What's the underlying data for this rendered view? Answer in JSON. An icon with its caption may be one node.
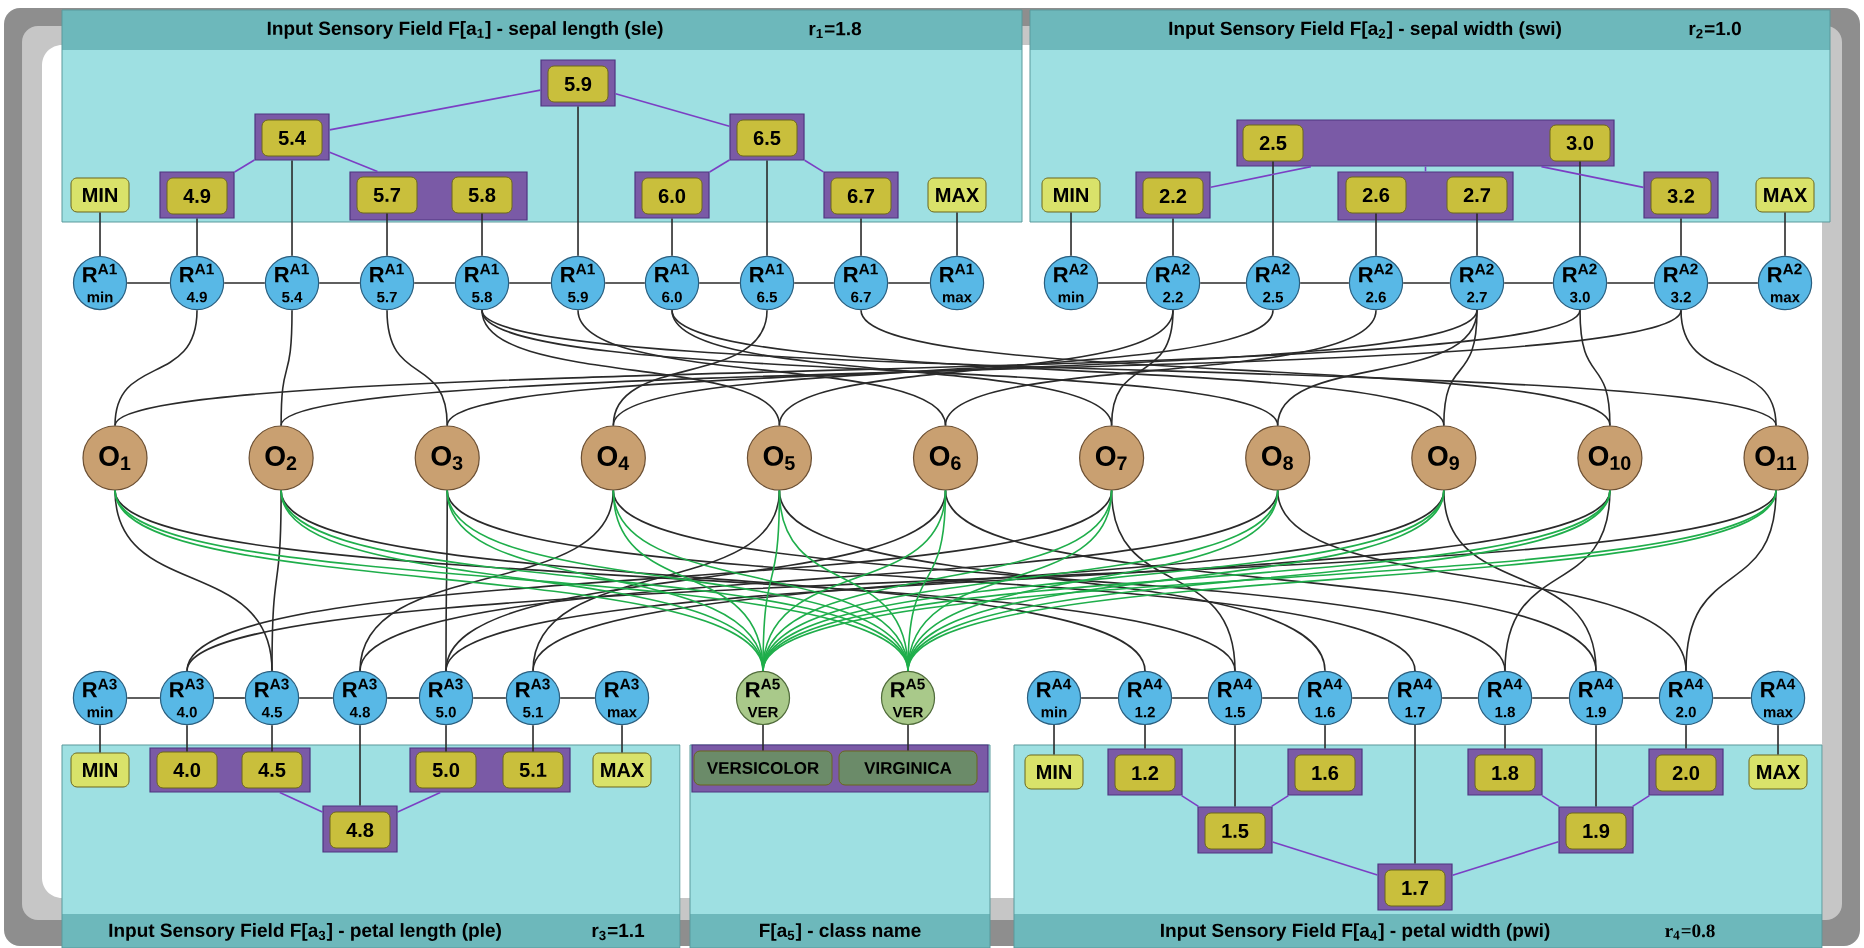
{
  "diagram": {
    "nodes": [
      {
        "text": [
          "Input Sensory Field F[a$_{1}$] - sepal length (sle)",
          "r$_{1}$=1.8"
        ]
      },
      {
        "text": [
          "5.9"
        ],
        "in": 0
      },
      {
        "text": [
          "5.4"
        ],
        "in": 0
      },
      {
        "text": [
          "6.5"
        ],
        "in": 0
      },
      {
        "text": [
          "MIN"
        ],
        "in": 0
      },
      {
        "text": [
          "4.9"
        ],
        "in": 0
      },
      {
        "text": [],
        "shape": "box",
        "in": 0
      },
      {
        "text": [
          "5.7"
        ],
        "in": 6
      },
      {
        "text": [
          "5.8"
        ],
        "in": 6
      },
      {
        "text": [
          "6.0"
        ],
        "in": 0
      },
      {
        "text": [
          "6.7"
        ],
        "in": 0
      },
      {
        "text": [
          "MAX"
        ],
        "in": 0
      },
      {
        "text": [
          "Input Sensory Field F[a$_{2}$] - sepal width (swi)",
          "r$_{2}$=1.0"
        ]
      },
      {
        "text": [],
        "shape": "box",
        "in": 12
      },
      {
        "text": [
          "2.5"
        ],
        "in": 13
      },
      {
        "text": [
          "3.0"
        ],
        "in": 13
      },
      {
        "text": [
          "MIN"
        ],
        "in": 12
      },
      {
        "text": [
          "2.2"
        ],
        "in": 12
      },
      {
        "text": [],
        "shape": "box",
        "in": 12
      },
      {
        "text": [
          "2.6"
        ],
        "in": 18
      },
      {
        "text": [
          "2.7"
        ],
        "in": 18
      },
      {
        "text": [
          "3.2"
        ],
        "in": 12
      },
      {
        "text": [
          "MAX"
        ],
        "in": 12
      },
      {
        "text": [
          "R$^{A1}$",
          "min"
        ]
      },
      {
        "text": [
          "R$^{A1}$",
          "4.9"
        ]
      },
      {
        "text": [
          "R$^{A1}$",
          "5.4"
        ]
      },
      {
        "text": [
          "R$^{A1}$",
          "5.7"
        ]
      },
      {
        "text": [
          "R$^{A1}$",
          "5.8"
        ]
      },
      {
        "text": [
          "R$^{A1}$",
          "5.9"
        ]
      },
      {
        "text": [
          "R$^{A1}$",
          "6.0"
        ]
      },
      {
        "text": [
          "R$^{A1}$",
          "6.5"
        ]
      },
      {
        "text": [
          "R$^{A1}$",
          "6.7"
        ]
      },
      {
        "text": [
          "R$^{A1}$",
          "max"
        ]
      },
      {
        "text": [
          "R$^{A2}$",
          "min"
        ]
      },
      {
        "text": [
          "R$^{A2}$",
          "2.2"
        ]
      },
      {
        "text": [
          "R$^{A2}$",
          "2.5"
        ]
      },
      {
        "text": [
          "R$^{A2}$",
          "2.6"
        ]
      },
      {
        "text": [
          "R$^{A2}$",
          "2.7"
        ]
      },
      {
        "text": [
          "R$^{A2}$",
          "3.0"
        ]
      },
      {
        "text": [
          "R$^{A2}$",
          "3.2"
        ]
      },
      {
        "text": [
          "R$^{A2}$",
          "max"
        ]
      },
      {
        "text": [
          "O$_{1}$"
        ]
      },
      {
        "text": [
          "O$_{2}$"
        ]
      },
      {
        "text": [
          "O$_{3}$"
        ]
      },
      {
        "text": [
          "O$_{4}$"
        ]
      },
      {
        "text": [
          "O$_{5}$"
        ]
      },
      {
        "text": [
          "O$_{6}$"
        ]
      },
      {
        "text": [
          "O$_{7}$"
        ]
      },
      {
        "text": [
          "O$_{8}$"
        ]
      },
      {
        "text": [
          "O$_{9}$"
        ]
      },
      {
        "text": [
          "O$_{10}$"
        ]
      },
      {
        "text": [
          "O$_{11}$"
        ]
      },
      {
        "text": [
          "R$^{A3}$",
          "min"
        ]
      },
      {
        "text": [
          "R$^{A3}$",
          "4.0"
        ]
      },
      {
        "text": [
          "R$^{A3}$",
          "4.5"
        ]
      },
      {
        "text": [
          "R$^{A3}$",
          "4.8"
        ]
      },
      {
        "text": [
          "R$^{A3}$",
          "5.0"
        ]
      },
      {
        "text": [
          "R$^{A3}$",
          "5.1"
        ]
      },
      {
        "text": [
          "R$^{A3}$",
          "max"
        ]
      },
      {
        "text": [
          "R$^{A5}$",
          "VER"
        ]
      },
      {
        "text": [
          "R$^{A5}$",
          "VER"
        ]
      },
      {
        "text": [
          "R$^{A4}$",
          "min"
        ]
      },
      {
        "text": [
          "R$^{A4}$",
          "1.2"
        ]
      },
      {
        "text": [
          "R$^{A4}$",
          "1.5"
        ]
      },
      {
        "text": [
          "R$^{A4}$",
          "1.6"
        ]
      },
      {
        "text": [
          "R$^{A4}$",
          "1.7"
        ]
      },
      {
        "text": [
          "R$^{A4}$",
          "1.8"
        ]
      },
      {
        "text": [
          "R$^{A4}$",
          "1.9"
        ]
      },
      {
        "text": [
          "R$^{A4}$",
          "2.0"
        ]
      },
      {
        "text": [
          "R$^{A4}$",
          "max"
        ]
      },
      {
        "text": [
          "Input Sensory Field F[a$_{3}$] - petal length (ple)",
          "r$_{3}$=1.1"
        ]
      },
      {
        "text": [
          "MIN"
        ],
        "in": 70
      },
      {
        "text": [],
        "shape": "box",
        "in": 70
      },
      {
        "text": [
          "4.0"
        ],
        "in": 72
      },
      {
        "text": [
          "4.5"
        ],
        "in": 72
      },
      {
        "text": [],
        "shape": "box",
        "in": 70
      },
      {
        "text": [
          "5.0"
        ],
        "in": 75
      },
      {
        "text": [
          "5.1"
        ],
        "in": 75
      },
      {
        "text": [
          "MAX"
        ],
        "in": 70
      },
      {
        "text": [
          "4.8"
        ],
        "in": 70
      },
      {
        "text": [
          "F[a$_{5}$] - class name"
        ]
      },
      {
        "text": [],
        "shape": "box",
        "in": 80
      },
      {
        "text": [
          "VERSICOLOR"
        ],
        "in": 81
      },
      {
        "text": [
          "VIRGINICA"
        ],
        "in": 81
      },
      {
        "text": [
          "Input Sensory Field F[a$_{4}$] - petal width (pwi)",
          "r$_{4}$=0.8"
        ]
      },
      {
        "text": [
          "MIN"
        ],
        "in": 84
      },
      {
        "text": [
          "1.2"
        ],
        "in": 84
      },
      {
        "text": [
          "1.6"
        ],
        "in": 84
      },
      {
        "text": [
          "1.8"
        ],
        "in": 84
      },
      {
        "text": [
          "2.0"
        ],
        "in": 84
      },
      {
        "text": [
          "MAX"
        ],
        "in": 84
      },
      {
        "text": [
          "1.5"
        ],
        "in": 84
      },
      {
        "text": [
          "1.9"
        ],
        "in": 84
      },
      {
        "text": [
          "1.7"
        ],
        "in": 84
      }
    ],
    "edges": [
      {
        "from": 4,
        "to": 23,
        "arrow": "none"
      },
      {
        "from": 5,
        "to": 24,
        "arrow": "none"
      },
      {
        "from": 2,
        "to": 25,
        "arrow": "none"
      },
      {
        "from": 7,
        "to": 26,
        "arrow": "none"
      },
      {
        "from": 8,
        "to": 27,
        "arrow": "none"
      },
      {
        "from": 1,
        "to": 28,
        "arrow": "none"
      },
      {
        "from": 9,
        "to": 29,
        "arrow": "none"
      },
      {
        "from": 3,
        "to": 30,
        "arrow": "none"
      },
      {
        "from": 10,
        "to": 31,
        "arrow": "none"
      },
      {
        "from": 11,
        "to": 32,
        "arrow": "none"
      },
      {
        "from": 16,
        "to": 33,
        "arrow": "none"
      },
      {
        "from": 17,
        "to": 34,
        "arrow": "none"
      },
      {
        "from": 14,
        "to": 35,
        "arrow": "none"
      },
      {
        "from": 19,
        "to": 36,
        "arrow": "none"
      },
      {
        "from": 20,
        "to": 37,
        "arrow": "none"
      },
      {
        "from": 15,
        "to": 38,
        "arrow": "none"
      },
      {
        "from": 21,
        "to": 39,
        "arrow": "none"
      },
      {
        "from": 22,
        "to": 40,
        "arrow": "none"
      },
      {
        "from": 52,
        "to": 71,
        "arrow": "none"
      },
      {
        "from": 53,
        "to": 73,
        "arrow": "none"
      },
      {
        "from": 54,
        "to": 74,
        "arrow": "none"
      },
      {
        "from": 55,
        "to": 79,
        "arrow": "none"
      },
      {
        "from": 56,
        "to": 76,
        "arrow": "none"
      },
      {
        "from": 57,
        "to": 77,
        "arrow": "none"
      },
      {
        "from": 58,
        "to": 78,
        "arrow": "none"
      },
      {
        "from": 59,
        "to": 82,
        "arrow": "none"
      },
      {
        "from": 60,
        "to": 83,
        "arrow": "none"
      },
      {
        "from": 61,
        "to": 85,
        "arrow": "none"
      },
      {
        "from": 62,
        "to": 86,
        "arrow": "none"
      },
      {
        "from": 63,
        "to": 91,
        "arrow": "none"
      },
      {
        "from": 64,
        "to": 87,
        "arrow": "none"
      },
      {
        "from": 65,
        "to": 93,
        "arrow": "none"
      },
      {
        "from": 66,
        "to": 88,
        "arrow": "none"
      },
      {
        "from": 67,
        "to": 92,
        "arrow": "none"
      },
      {
        "from": 68,
        "to": 89,
        "arrow": "none"
      },
      {
        "from": 69,
        "to": 90,
        "arrow": "none"
      },
      {
        "from": 23,
        "to": 24,
        "arrow": "none"
      },
      {
        "from": 24,
        "to": 25,
        "arrow": "none"
      },
      {
        "from": 25,
        "to": 26,
        "arrow": "none"
      },
      {
        "from": 26,
        "to": 27,
        "arrow": "none"
      },
      {
        "from": 27,
        "to": 28,
        "arrow": "none"
      },
      {
        "from": 28,
        "to": 29,
        "arrow": "none"
      },
      {
        "from": 29,
        "to": 30,
        "arrow": "none"
      },
      {
        "from": 30,
        "to": 31,
        "arrow": "none"
      },
      {
        "from": 31,
        "to": 32,
        "arrow": "none"
      },
      {
        "from": 33,
        "to": 34,
        "arrow": "none"
      },
      {
        "from": 34,
        "to": 35,
        "arrow": "none"
      },
      {
        "from": 35,
        "to": 36,
        "arrow": "none"
      },
      {
        "from": 36,
        "to": 37,
        "arrow": "none"
      },
      {
        "from": 37,
        "to": 38,
        "arrow": "none"
      },
      {
        "from": 38,
        "to": 39,
        "arrow": "none"
      },
      {
        "from": 39,
        "to": 40,
        "arrow": "none"
      },
      {
        "from": 52,
        "to": 53,
        "arrow": "none"
      },
      {
        "from": 53,
        "to": 54,
        "arrow": "none"
      },
      {
        "from": 54,
        "to": 55,
        "arrow": "none"
      },
      {
        "from": 55,
        "to": 56,
        "arrow": "none"
      },
      {
        "from": 56,
        "to": 57,
        "arrow": "none"
      },
      {
        "from": 57,
        "to": 58,
        "arrow": "none"
      },
      {
        "from": 61,
        "to": 62,
        "arrow": "none"
      },
      {
        "from": 62,
        "to": 63,
        "arrow": "none"
      },
      {
        "from": 63,
        "to": 64,
        "arrow": "none"
      },
      {
        "from": 64,
        "to": 65,
        "arrow": "none"
      },
      {
        "from": 65,
        "to": 66,
        "arrow": "none"
      },
      {
        "from": 66,
        "to": 67,
        "arrow": "none"
      },
      {
        "from": 67,
        "to": 68,
        "arrow": "none"
      },
      {
        "from": 68,
        "to": 69,
        "arrow": "none"
      },
      {
        "from": 1,
        "to": 2,
        "arrow": "none",
        "color": "#7b3fc4"
      },
      {
        "from": 1,
        "to": 3,
        "arrow": "none",
        "color": "#7b3fc4"
      },
      {
        "from": 2,
        "to": 5,
        "arrow": "none",
        "color": "#7b3fc4"
      },
      {
        "from": 2,
        "to": 6,
        "arrow": "none",
        "color": "#7b3fc4"
      },
      {
        "from": 3,
        "to": 9,
        "arrow": "none",
        "color": "#7b3fc4"
      },
      {
        "from": 3,
        "to": 10,
        "arrow": "none",
        "color": "#7b3fc4"
      },
      {
        "from": 13,
        "to": 17,
        "arrow": "none",
        "color": "#7b3fc4"
      },
      {
        "from": 13,
        "to": 18,
        "arrow": "none",
        "color": "#7b3fc4"
      },
      {
        "from": 13,
        "to": 21,
        "arrow": "none",
        "color": "#7b3fc4"
      },
      {
        "from": 72,
        "to": 79,
        "arrow": "none",
        "color": "#7b3fc4"
      },
      {
        "from": 75,
        "to": 79,
        "arrow": "none",
        "color": "#7b3fc4"
      },
      {
        "from": 86,
        "to": 91,
        "arrow": "none",
        "color": "#7b3fc4"
      },
      {
        "from": 87,
        "to": 91,
        "arrow": "none",
        "color": "#7b3fc4"
      },
      {
        "from": 88,
        "to": 92,
        "arrow": "none",
        "color": "#7b3fc4"
      },
      {
        "from": 89,
        "to": 92,
        "arrow": "none",
        "color": "#7b3fc4"
      },
      {
        "from": 91,
        "to": 93,
        "arrow": "none",
        "color": "#7b3fc4"
      },
      {
        "from": 92,
        "to": 93,
        "arrow": "none",
        "color": "#7b3fc4"
      },
      {
        "from": 24,
        "to": 41,
        "arrow": "none"
      },
      {
        "from": 38,
        "to": 41,
        "arrow": "none"
      },
      {
        "from": 25,
        "to": 42,
        "arrow": "none"
      },
      {
        "from": 39,
        "to": 42,
        "arrow": "none"
      },
      {
        "from": 26,
        "to": 43,
        "arrow": "none"
      },
      {
        "from": 37,
        "to": 43,
        "arrow": "none"
      },
      {
        "from": 30,
        "to": 44,
        "arrow": "none"
      },
      {
        "from": 35,
        "to": 44,
        "arrow": "none"
      },
      {
        "from": 27,
        "to": 45,
        "arrow": "none"
      },
      {
        "from": 34,
        "to": 45,
        "arrow": "none"
      },
      {
        "from": 28,
        "to": 46,
        "arrow": "none"
      },
      {
        "from": 36,
        "to": 46,
        "arrow": "none"
      },
      {
        "from": 29,
        "to": 47,
        "arrow": "none"
      },
      {
        "from": 34,
        "to": 47,
        "arrow": "none"
      },
      {
        "from": 27,
        "to": 48,
        "arrow": "none"
      },
      {
        "from": 37,
        "to": 48,
        "arrow": "none"
      },
      {
        "from": 29,
        "to": 49,
        "arrow": "none"
      },
      {
        "from": 37,
        "to": 49,
        "arrow": "none"
      },
      {
        "from": 31,
        "to": 50,
        "arrow": "none"
      },
      {
        "from": 38,
        "to": 50,
        "arrow": "none"
      },
      {
        "from": 27,
        "to": 51,
        "arrow": "none"
      },
      {
        "from": 39,
        "to": 51,
        "arrow": "none"
      },
      {
        "from": 41,
        "to": 54,
        "arrow": "none"
      },
      {
        "from": 41,
        "to": 63,
        "arrow": "none"
      },
      {
        "from": 42,
        "to": 54,
        "arrow": "none"
      },
      {
        "from": 42,
        "to": 62,
        "arrow": "none"
      },
      {
        "from": 43,
        "to": 56,
        "arrow": "none"
      },
      {
        "from": 43,
        "to": 65,
        "arrow": "none"
      },
      {
        "from": 44,
        "to": 55,
        "arrow": "none"
      },
      {
        "from": 44,
        "to": 66,
        "arrow": "none"
      },
      {
        "from": 45,
        "to": 57,
        "arrow": "none"
      },
      {
        "from": 45,
        "to": 64,
        "arrow": "none"
      },
      {
        "from": 46,
        "to": 56,
        "arrow": "none"
      },
      {
        "from": 46,
        "to": 67,
        "arrow": "none"
      },
      {
        "from": 47,
        "to": 53,
        "arrow": "none"
      },
      {
        "from": 47,
        "to": 63,
        "arrow": "none"
      },
      {
        "from": 48,
        "to": 55,
        "arrow": "none"
      },
      {
        "from": 48,
        "to": 68,
        "arrow": "none"
      },
      {
        "from": 49,
        "to": 57,
        "arrow": "none"
      },
      {
        "from": 49,
        "to": 67,
        "arrow": "none"
      },
      {
        "from": 50,
        "to": 56,
        "arrow": "none"
      },
      {
        "from": 50,
        "to": 66,
        "arrow": "none"
      },
      {
        "from": 51,
        "to": 53,
        "arrow": "none"
      },
      {
        "from": 51,
        "to": 68,
        "arrow": "none"
      },
      {
        "from": 41,
        "to": 59,
        "arrow": "none",
        "color": "#1fae4b"
      },
      {
        "from": 41,
        "to": 60,
        "arrow": "none",
        "color": "#1fae4b"
      },
      {
        "from": 42,
        "to": 59,
        "arrow": "none",
        "color": "#1fae4b"
      },
      {
        "from": 42,
        "to": 60,
        "arrow": "none",
        "color": "#1fae4b"
      },
      {
        "from": 43,
        "to": 59,
        "arrow": "none",
        "color": "#1fae4b"
      },
      {
        "from": 43,
        "to": 60,
        "arrow": "none",
        "color": "#1fae4b"
      },
      {
        "from": 44,
        "to": 59,
        "arrow": "none",
        "color": "#1fae4b"
      },
      {
        "from": 44,
        "to": 60,
        "arrow": "none",
        "color": "#1fae4b"
      },
      {
        "from": 45,
        "to": 59,
        "arrow": "none",
        "color": "#1fae4b"
      },
      {
        "from": 45,
        "to": 60,
        "arrow": "none",
        "color": "#1fae4b"
      },
      {
        "from": 46,
        "to": 59,
        "arrow": "none",
        "color": "#1fae4b"
      },
      {
        "from": 46,
        "to": 60,
        "arrow": "none",
        "color": "#1fae4b"
      },
      {
        "from": 47,
        "to": 59,
        "arrow": "none",
        "color": "#1fae4b"
      },
      {
        "from": 47,
        "to": 60,
        "arrow": "none",
        "color": "#1fae4b"
      },
      {
        "from": 48,
        "to": 59,
        "arrow": "none",
        "color": "#1fae4b"
      },
      {
        "from": 48,
        "to": 60,
        "arrow": "none",
        "color": "#1fae4b"
      },
      {
        "from": 49,
        "to": 59,
        "arrow": "none",
        "color": "#1fae4b"
      },
      {
        "from": 49,
        "to": 60,
        "arrow": "none",
        "color": "#1fae4b"
      },
      {
        "from": 50,
        "to": 59,
        "arrow": "none",
        "color": "#1fae4b"
      },
      {
        "from": 50,
        "to": 60,
        "arrow": "none",
        "color": "#1fae4b"
      },
      {
        "from": 51,
        "to": 59,
        "arrow": "none",
        "color": "#1fae4b"
      },
      {
        "from": 51,
        "to": 60,
        "arrow": "none",
        "color": "#1fae4b"
      }
    ]
  }
}
